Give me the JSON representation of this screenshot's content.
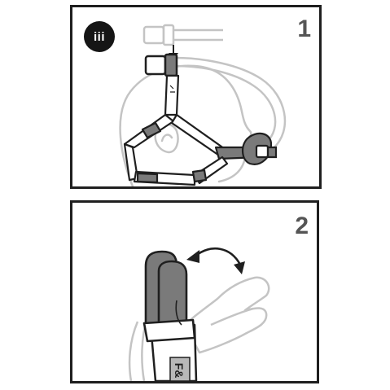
{
  "panel_1": {
    "step_number": "1",
    "badge_label": "iii"
  },
  "panel_2": {
    "step_number": "2",
    "strap_logo_text": "F&"
  },
  "colors": {
    "border": "#1f1f1f",
    "badge_bg": "#151515",
    "step_number": "#555555",
    "outline_light": "#c4c4c4",
    "headgear_fill": "#7a7a7a",
    "strap_fill": "#b8b8b8"
  }
}
